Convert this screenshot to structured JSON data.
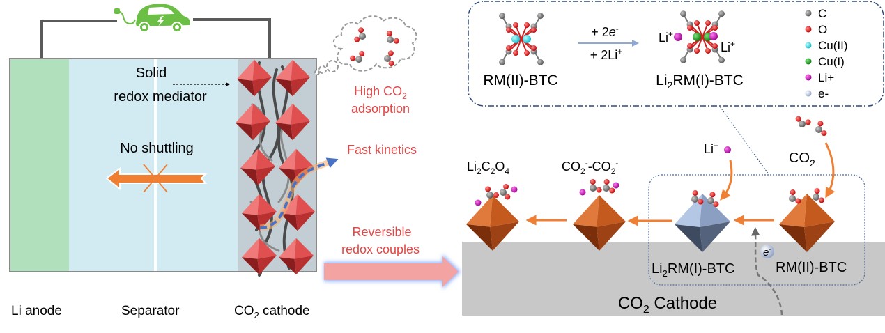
{
  "left_panel": {
    "labels": {
      "solid_mediator_line1": "Solid",
      "solid_mediator_line2": "redox mediator",
      "no_shuttling": "No shuttling",
      "li_anode": "Li anode",
      "separator": "Separator",
      "co2_cathode_prefix": "CO",
      "co2_cathode_sub": "2",
      "co2_cathode_suffix": " cathode"
    },
    "icons": [
      "electric-car-icon"
    ]
  },
  "middle_annotations": {
    "high_co2_line1_prefix": "High CO",
    "high_co2_line1_sub": "2",
    "high_co2_line2": "adsorption",
    "fast_kinetics": "Fast kinetics",
    "reversible_line1": "Reversible",
    "reversible_line2": "redox couples"
  },
  "top_box": {
    "reactant_label": "RM(II)-BTC",
    "arrow_top_prefix": "+ 2",
    "arrow_top_e": "e",
    "arrow_top_sup": "-",
    "arrow_bottom_prefix": "+ 2Li",
    "arrow_bottom_sup": "+",
    "product_label_prefix": "Li",
    "product_label_sub": "2",
    "product_label_suffix": "RM(I)-BTC",
    "li_ion_label": "Li",
    "li_ion_sup": "+",
    "legend": [
      {
        "symbol": "C",
        "color": "#7a7a7a"
      },
      {
        "symbol": "O",
        "color": "#e02020"
      },
      {
        "symbol": "Cu(II)",
        "color": "#27d3e0"
      },
      {
        "symbol": "Cu(I)",
        "color": "#1a9a1a"
      },
      {
        "symbol": "Li+",
        "color": "#c010b0"
      },
      {
        "symbol": "e-",
        "color": "#b8c6dc"
      }
    ]
  },
  "mechanism": {
    "stage_labels": {
      "li2c2o4": {
        "a": "Li",
        "b": "2",
        "c": "C",
        "d": "2",
        "e": "O",
        "f": "4"
      },
      "co2_dimer": {
        "a": "CO",
        "b": "2",
        "c": "-",
        "d": "-CO",
        "e": "2",
        "f": "-"
      },
      "li_plus": {
        "a": "Li",
        "b": "+"
      },
      "co2": {
        "a": "CO",
        "b": "2"
      }
    },
    "bottom_labels": {
      "li2rm_prefix": "Li",
      "li2rm_sub": "2",
      "li2rm_suffix": "RM(I)-BTC",
      "rm_label": "RM(II)-BTC",
      "electron": "e",
      "electron_sup": "-"
    },
    "cathode_label_prefix": "CO",
    "cathode_label_sub": "2",
    "cathode_label_suffix": " Cathode"
  },
  "colors": {
    "anode": "#b1e0bc",
    "electrolyte": "#d2ebf3",
    "cathode_bg": "#c2ced3",
    "accent_red_text": "#e04848",
    "orange_arrow": "#ee7f33",
    "copper_octahedron": "#c55a1f",
    "blue_octahedron": "#7d90b2",
    "cathode_slab": "#c8c8c8",
    "car_green": "#6bbf45"
  }
}
